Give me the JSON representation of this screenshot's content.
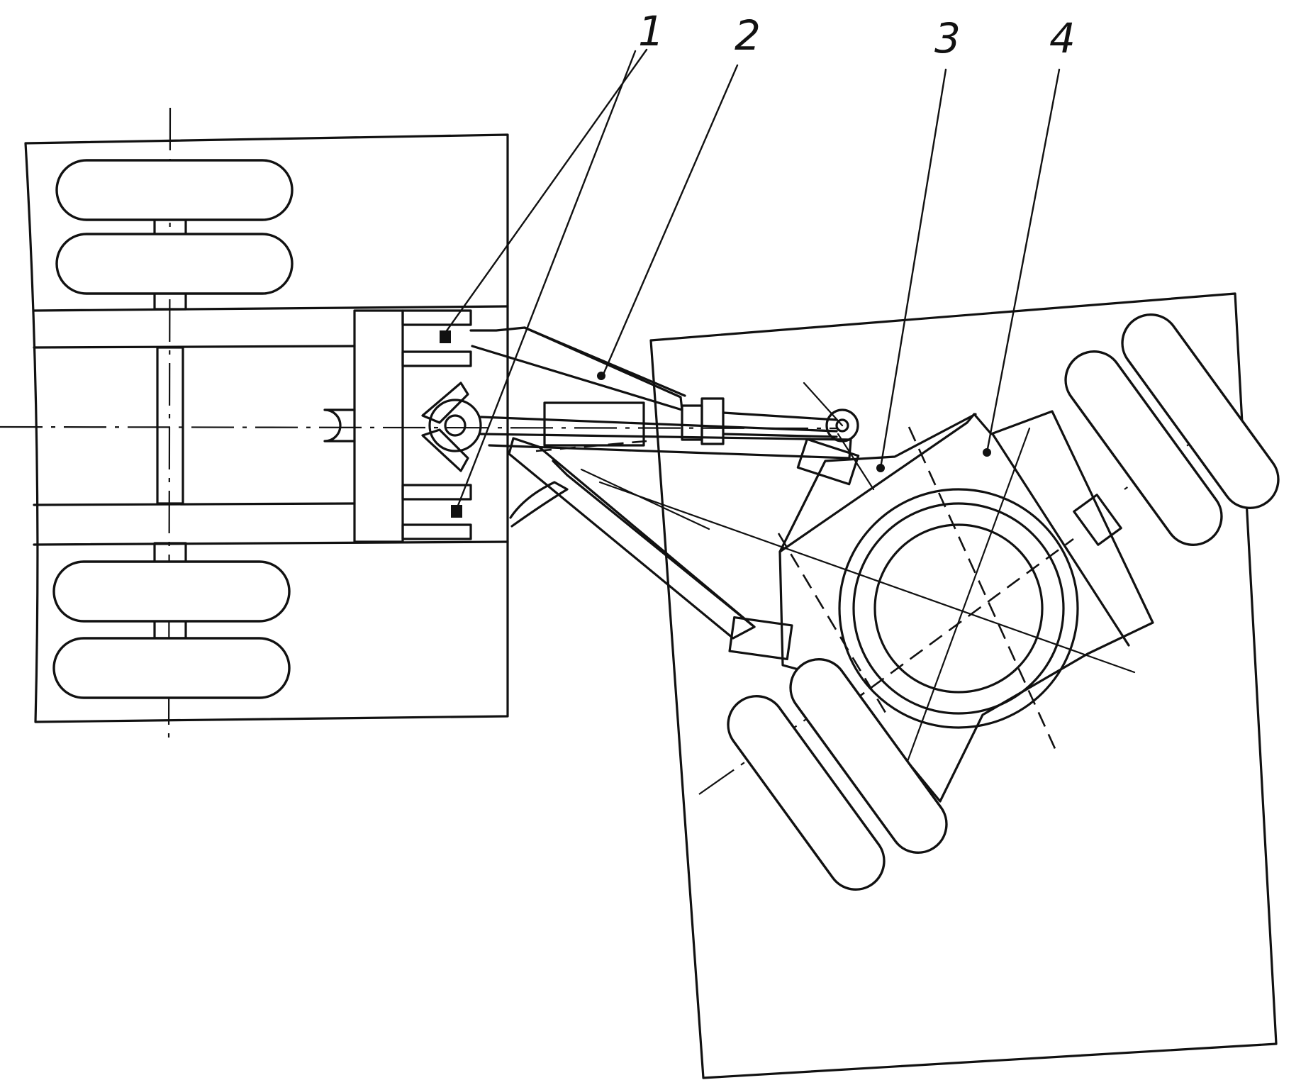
{
  "callouts": [
    {
      "id": "callout-1",
      "label": "1"
    },
    {
      "id": "callout-2",
      "label": "2"
    },
    {
      "id": "callout-3",
      "label": "3"
    },
    {
      "id": "callout-4",
      "label": "4"
    }
  ],
  "colors": {
    "ink": "#111111",
    "paper": "#ffffff"
  }
}
